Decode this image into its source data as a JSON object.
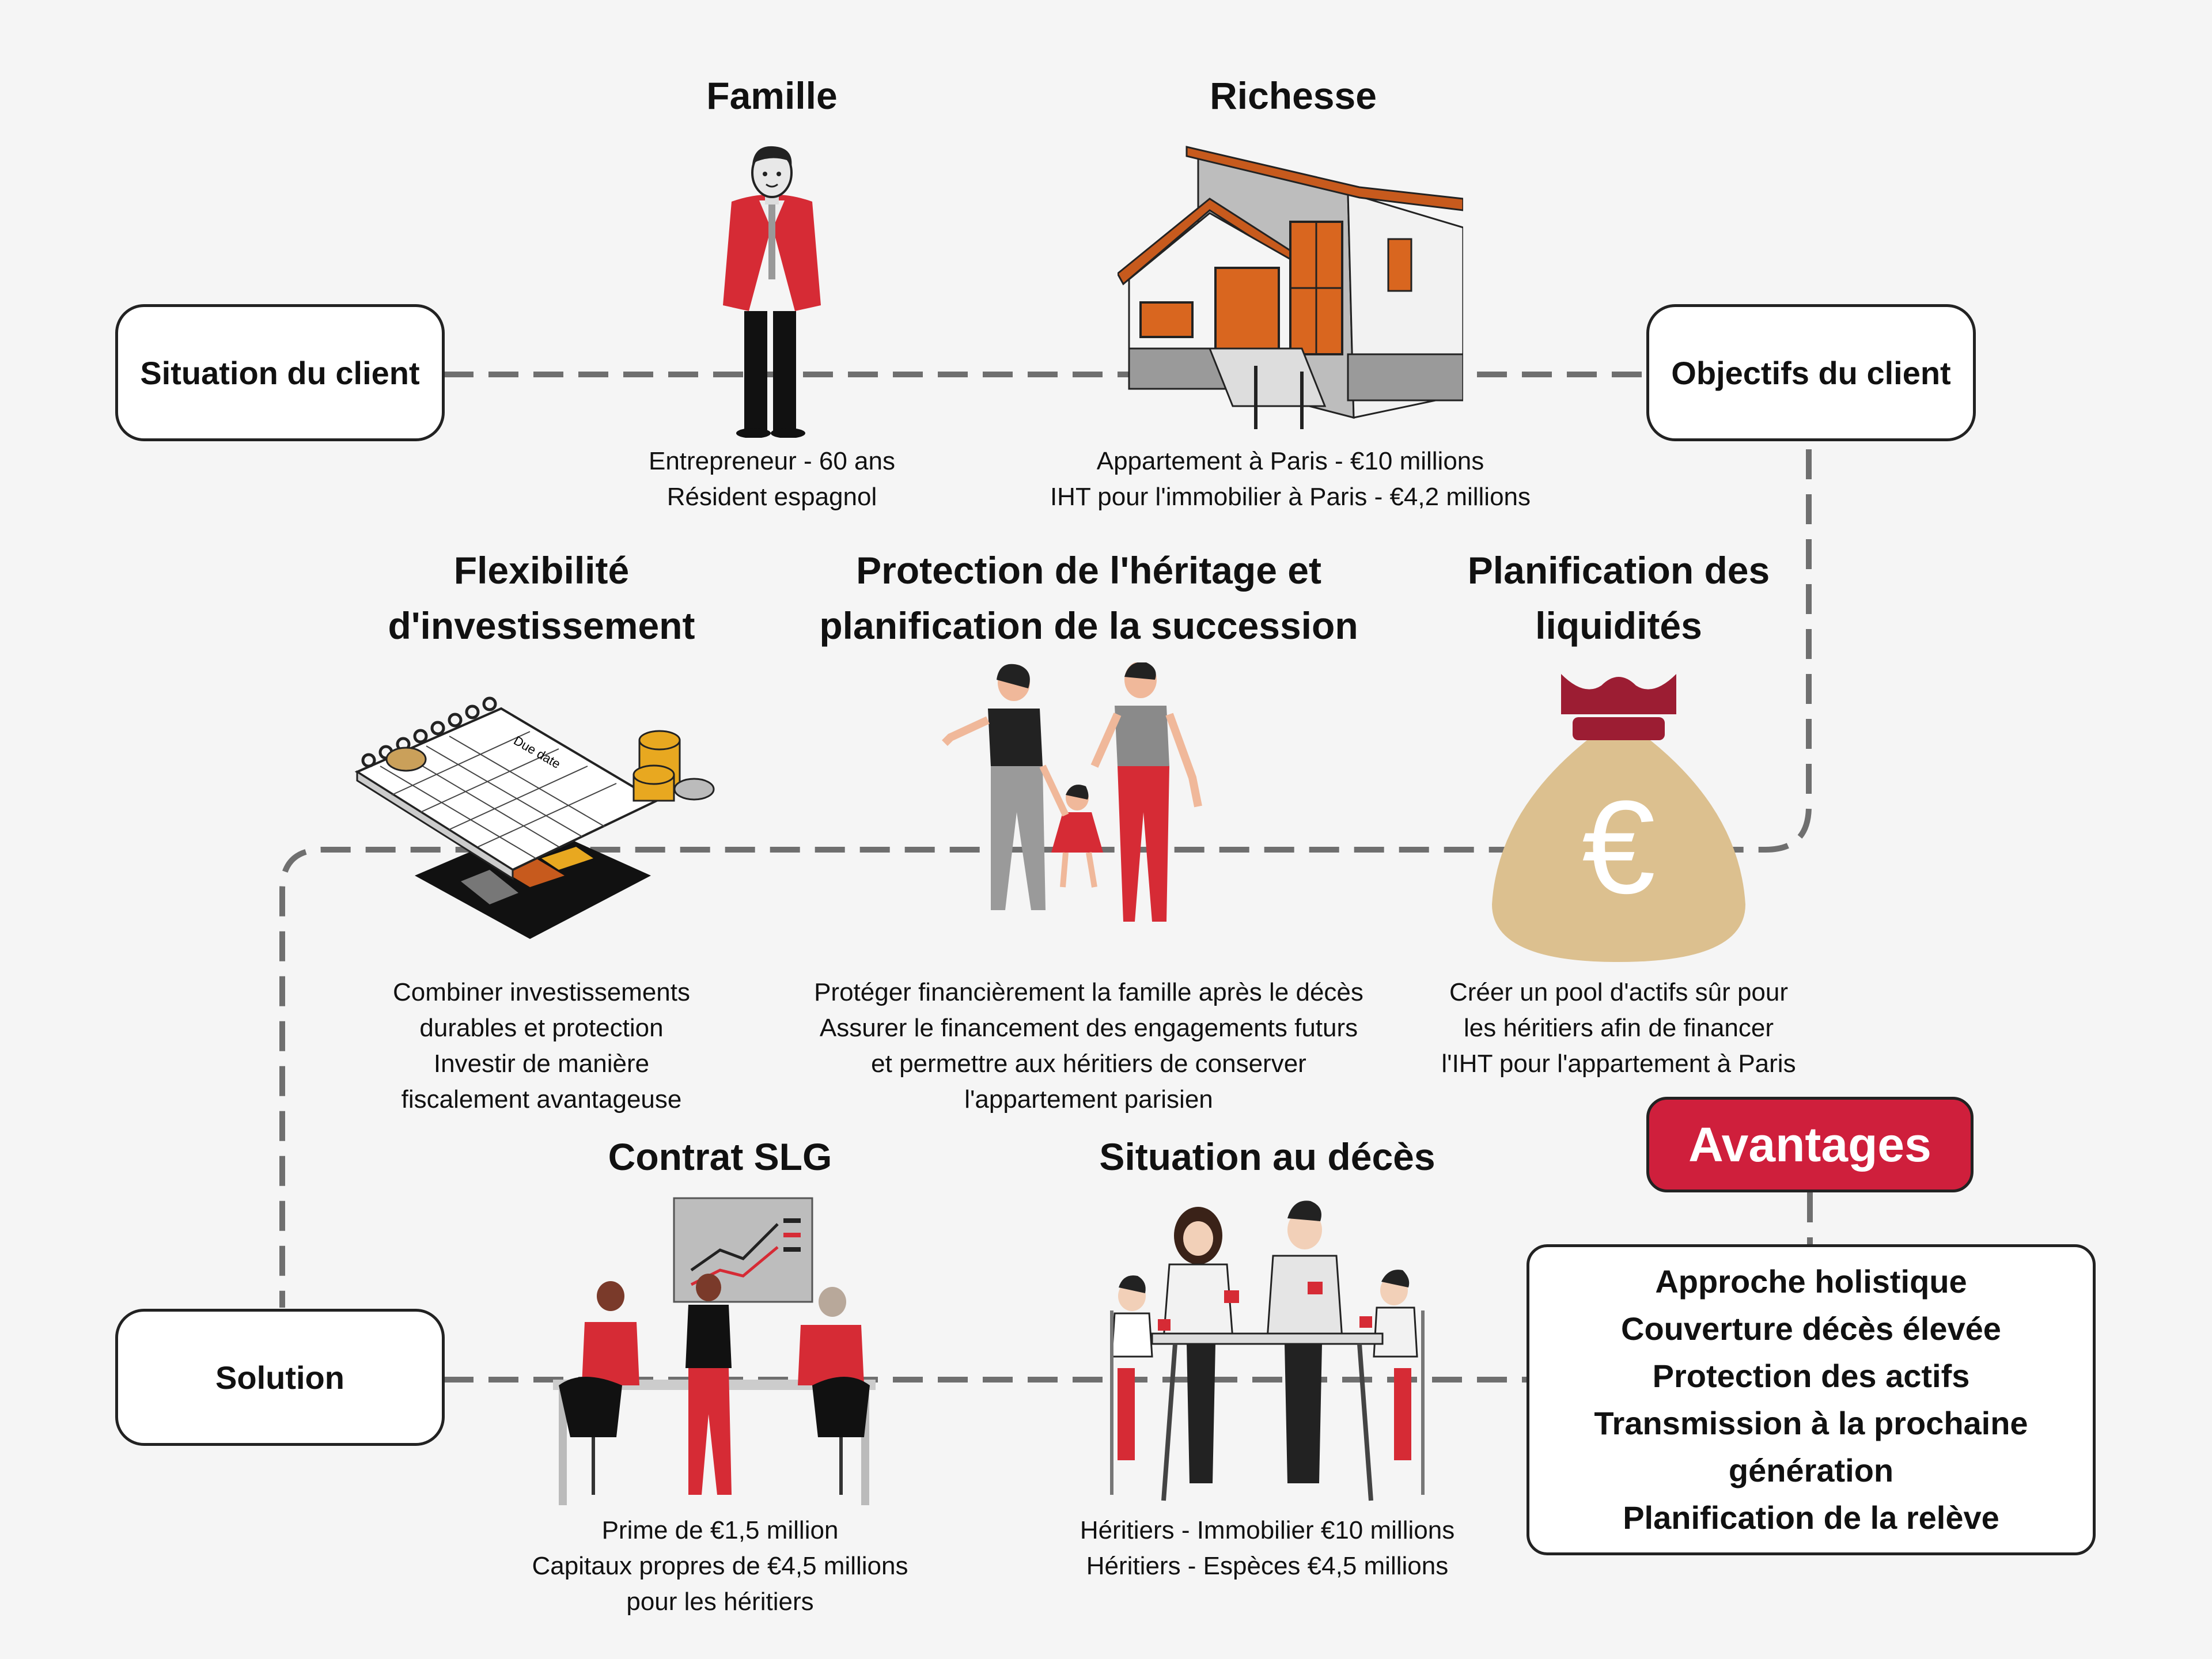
{
  "boxes": {
    "situation": "Situation du client",
    "objectifs": "Objectifs du client",
    "solution": "Solution"
  },
  "famille": {
    "title": "Famille",
    "lines": [
      "Entrepreneur - 60 ans",
      "Résident espagnol"
    ]
  },
  "richesse": {
    "title": "Richesse",
    "lines": [
      "Appartement à Paris - €10 millions",
      "IHT pour l'immobilier à Paris - €4,2 millions"
    ]
  },
  "flexibilite": {
    "title_lines": [
      "Flexibilité",
      "d'investissement"
    ],
    "lines": [
      "Combiner investissements",
      "durables et protection",
      "Investir de manière",
      "fiscalement avantageuse"
    ],
    "calendar_label": "Due date"
  },
  "protection": {
    "title_lines": [
      "Protection de l'héritage et",
      "planification de la succession"
    ],
    "lines": [
      "Protéger financièrement la famille après le décès",
      "Assurer le financement des engagements futurs",
      "et permettre aux héritiers de conserver",
      "l'appartement parisien"
    ]
  },
  "liquidites": {
    "title_lines": [
      "Planification des",
      "liquidités"
    ],
    "lines": [
      "Créer un pool d'actifs sûr pour",
      "les héritiers afin de financer",
      "l'IHT pour l'appartement à Paris"
    ],
    "symbol": "€"
  },
  "contrat": {
    "title": "Contrat SLG",
    "lines": [
      "Prime de €1,5 million",
      "Capitaux propres de €4,5 millions",
      "pour les héritiers"
    ]
  },
  "deces": {
    "title": "Situation au décès",
    "lines": [
      "Héritiers - Immobilier €10 millions",
      "Héritiers - Espèces €4,5 millions"
    ]
  },
  "avantages": {
    "title": "Avantages",
    "items": [
      "Approche holistique",
      "Couverture décès élevée",
      "Protection des actifs",
      "Transmission à la prochaine",
      "génération",
      "Planification de la relève"
    ]
  },
  "colors": {
    "accent_red": "#cf1f3c",
    "orange": "#c75a1d",
    "bag_tan": "#dcc08f",
    "dark_red": "#9c1d33",
    "dash_gray": "#6f6f6f"
  },
  "icons": [
    "businessman-icon",
    "house-icon",
    "calendar-icon",
    "family-icon",
    "money-bag-icon",
    "meeting-icon",
    "family-table-icon"
  ]
}
